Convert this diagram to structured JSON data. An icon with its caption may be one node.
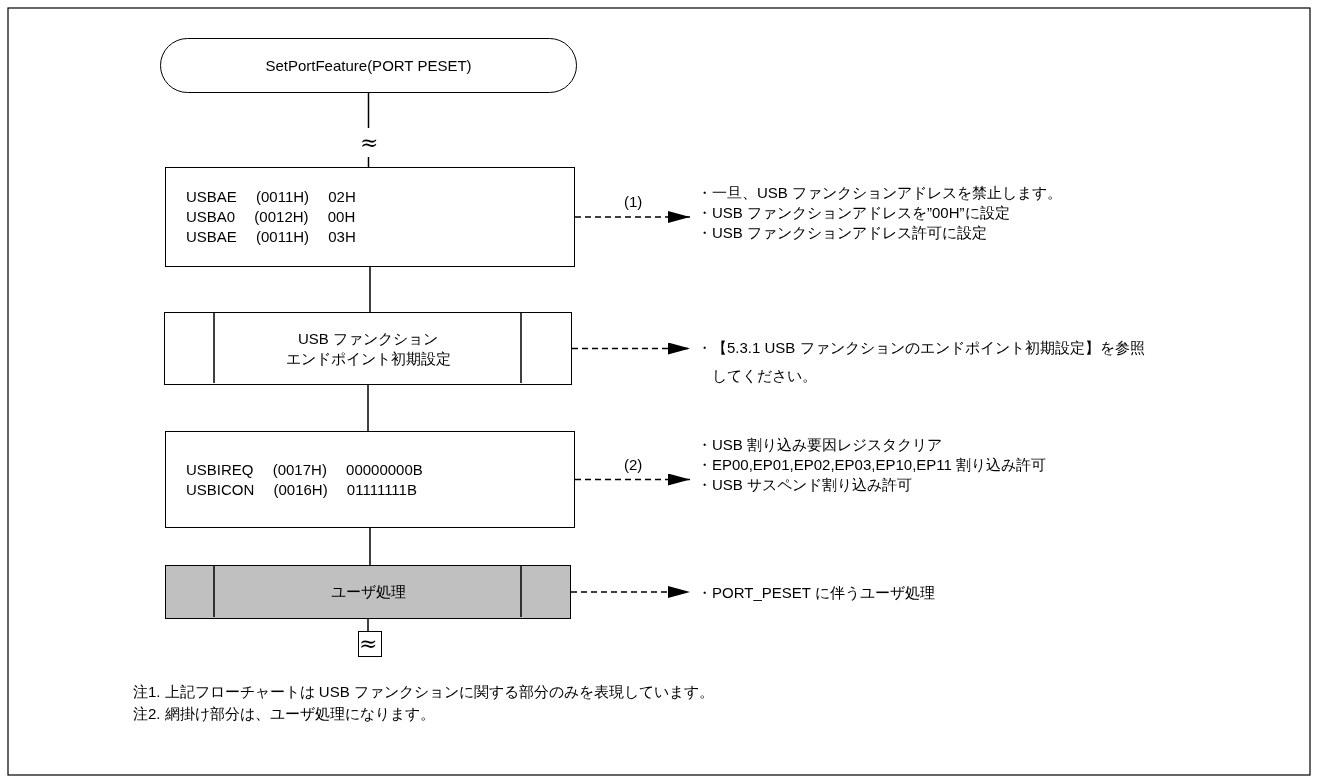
{
  "diagram": {
    "nodes": [
      {
        "text": [
          "SetPortFeature(PORT  PESET)"
        ]
      },
      {
        "text": [
          "USBAE　(0011H)　02H",
          "USBA0　(0012H)　00H",
          "USBAE　(0011H)　03H"
        ]
      },
      {
        "text": [
          "USB ファンクション",
          "エンドポイント初期設定"
        ]
      },
      {
        "text": [
          "USBIREQ　(0017H)　00000000B",
          "USBICON　(0016H)　01111111B"
        ]
      },
      {
        "text": [
          "ユーザ処理"
        ]
      },
      {
        "text": [
          "・一旦、USB ファンクションアドレスを禁止します。",
          "・USB ファンクションアドレスを”00H”に設定",
          "・USB ファンクションアドレス許可に設定"
        ]
      },
      {
        "text": [
          "・【5.3.1 USB ファンクションのエンドポイント初期設定】を参照してください。"
        ]
      },
      {
        "text": [
          "・USB 割り込み要因レジスタクリア",
          "・EP00,EP01,EP02,EP03,EP10,EP11 割り込み許可",
          "・USB サスペンド割り込み許可"
        ]
      },
      {
        "text": [
          "・PORT_PESET に伴うユーザ処理"
        ]
      },
      {
        "text": [
          "≈"
        ]
      }
    ],
    "edges": [
      {
        "from": 0,
        "to": 1,
        "arrow": "none"
      },
      {
        "from": 1,
        "to": 2,
        "arrow": "none"
      },
      {
        "from": 2,
        "to": 3,
        "arrow": "none"
      },
      {
        "from": 3,
        "to": 4,
        "arrow": "none"
      },
      {
        "from": 4,
        "to": 9,
        "arrow": "none"
      },
      {
        "from": 1,
        "to": 5,
        "arrow": "to",
        "style": "dashed",
        "label": "(1)"
      },
      {
        "from": 2,
        "to": 6,
        "arrow": "to",
        "style": "dashed"
      },
      {
        "from": 3,
        "to": 7,
        "arrow": "to",
        "style": "dashed",
        "label": "(2)"
      },
      {
        "from": 4,
        "to": 8,
        "arrow": "to",
        "style": "dashed"
      }
    ],
    "labels": [
      "≈",
      "注1. 上記フローチャートは USB ファンクションに関する部分のみを表現しています。",
      "注2. 網掛け部分は、ユーザ処理になります。"
    ]
  }
}
